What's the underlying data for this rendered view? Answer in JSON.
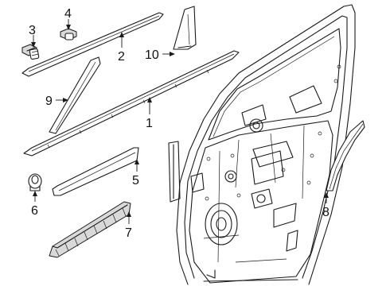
{
  "callouts": [
    {
      "id": "1",
      "text": "1"
    },
    {
      "id": "2",
      "text": "2"
    },
    {
      "id": "3",
      "text": "3"
    },
    {
      "id": "4",
      "text": "4"
    },
    {
      "id": "5",
      "text": "5"
    },
    {
      "id": "6",
      "text": "6"
    },
    {
      "id": "7",
      "text": "7"
    },
    {
      "id": "8",
      "text": "8"
    },
    {
      "id": "9",
      "text": "9"
    },
    {
      "id": "10",
      "text": "10"
    }
  ]
}
